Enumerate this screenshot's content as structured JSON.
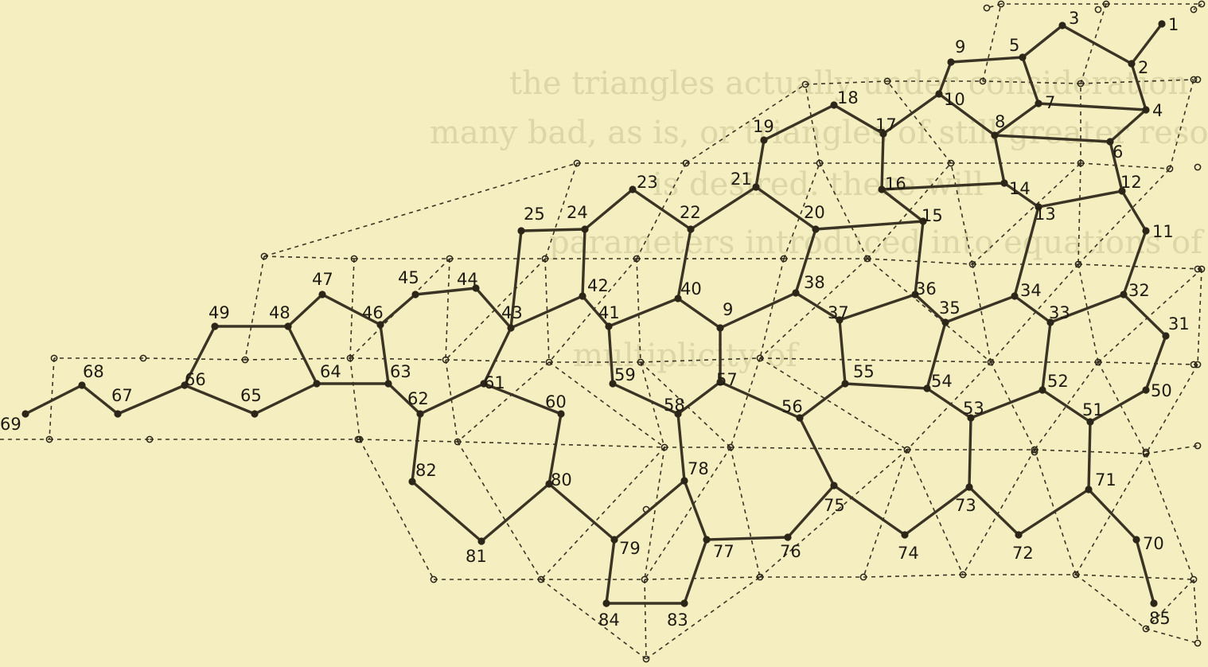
{
  "figure": {
    "caption": "",
    "background_text": [
      "the triangles actually under consideration",
      "many bad, as is, or triangles of still greater resoluteness",
      "is desired. there will",
      "parameters introduced into equations of",
      "multiplicity of"
    ]
  },
  "nodes": [
    {
      "id": "1",
      "label": "1"
    },
    {
      "id": "2",
      "label": "2"
    },
    {
      "id": "3",
      "label": "3"
    },
    {
      "id": "4",
      "label": "4"
    },
    {
      "id": "5",
      "label": "5"
    },
    {
      "id": "6",
      "label": "6"
    },
    {
      "id": "7",
      "label": "7"
    },
    {
      "id": "8",
      "label": "8"
    },
    {
      "id": "9",
      "label": "9"
    },
    {
      "id": "10",
      "label": "10"
    },
    {
      "id": "11",
      "label": "11"
    },
    {
      "id": "12",
      "label": "12"
    },
    {
      "id": "13",
      "label": "13"
    },
    {
      "id": "14",
      "label": "14"
    },
    {
      "id": "15",
      "label": "15"
    },
    {
      "id": "16",
      "label": "16"
    },
    {
      "id": "17",
      "label": "17"
    },
    {
      "id": "18",
      "label": "18"
    },
    {
      "id": "19",
      "label": "19"
    },
    {
      "id": "20",
      "label": "20"
    },
    {
      "id": "21",
      "label": "21"
    },
    {
      "id": "22",
      "label": "22"
    },
    {
      "id": "23",
      "label": "23"
    },
    {
      "id": "24",
      "label": "24"
    },
    {
      "id": "25",
      "label": "25"
    },
    {
      "id": "31",
      "label": "31"
    },
    {
      "id": "32",
      "label": "32"
    },
    {
      "id": "33",
      "label": "33"
    },
    {
      "id": "34",
      "label": "34"
    },
    {
      "id": "35",
      "label": "35"
    },
    {
      "id": "36",
      "label": "36"
    },
    {
      "id": "37",
      "label": "37"
    },
    {
      "id": "38",
      "label": "38"
    },
    {
      "id": "40",
      "label": "40"
    },
    {
      "id": "41",
      "label": "41"
    },
    {
      "id": "42",
      "label": "42"
    },
    {
      "id": "43",
      "label": "43"
    },
    {
      "id": "44",
      "label": "44"
    },
    {
      "id": "45",
      "label": "45"
    },
    {
      "id": "46",
      "label": "46"
    },
    {
      "id": "47",
      "label": "47"
    },
    {
      "id": "48",
      "label": "48"
    },
    {
      "id": "49",
      "label": "49"
    },
    {
      "id": "50",
      "label": "50"
    },
    {
      "id": "51",
      "label": "51"
    },
    {
      "id": "52",
      "label": "52"
    },
    {
      "id": "53",
      "label": "53"
    },
    {
      "id": "54",
      "label": "54"
    },
    {
      "id": "55",
      "label": "55"
    },
    {
      "id": "56",
      "label": "56"
    },
    {
      "id": "57",
      "label": "57"
    },
    {
      "id": "58",
      "label": "58"
    },
    {
      "id": "59",
      "label": "59"
    },
    {
      "id": "60",
      "label": "60"
    },
    {
      "id": "61",
      "label": "61"
    },
    {
      "id": "62",
      "label": "62"
    },
    {
      "id": "63",
      "label": "63"
    },
    {
      "id": "64",
      "label": "64"
    },
    {
      "id": "65",
      "label": "65"
    },
    {
      "id": "66",
      "label": "66"
    },
    {
      "id": "67",
      "label": "67"
    },
    {
      "id": "68",
      "label": "68"
    },
    {
      "id": "69",
      "label": "69"
    },
    {
      "id": "70",
      "label": "70"
    },
    {
      "id": "71",
      "label": "71"
    },
    {
      "id": "72",
      "label": "72"
    },
    {
      "id": "73",
      "label": "73"
    },
    {
      "id": "74",
      "label": "74"
    },
    {
      "id": "75",
      "label": "75"
    },
    {
      "id": "76",
      "label": "76"
    },
    {
      "id": "77",
      "label": "77"
    },
    {
      "id": "78",
      "label": "78"
    },
    {
      "id": "79",
      "label": "79"
    },
    {
      "id": "80",
      "label": "80"
    },
    {
      "id": "81",
      "label": "81"
    },
    {
      "id": "82",
      "label": "82"
    },
    {
      "id": "83",
      "label": "83"
    },
    {
      "id": "84",
      "label": "84"
    },
    {
      "id": "85",
      "label": "85"
    },
    {
      "id": "x9",
      "label": "9"
    }
  ],
  "edges_solid": [
    [
      "1",
      "2"
    ],
    [
      "2",
      "3"
    ],
    [
      "3",
      "5"
    ],
    [
      "5",
      "7"
    ],
    [
      "7",
      "4"
    ],
    [
      "4",
      "2"
    ],
    [
      "4",
      "6"
    ],
    [
      "6",
      "8"
    ],
    [
      "8",
      "7"
    ],
    [
      "5",
      "9"
    ],
    [
      "9",
      "10"
    ],
    [
      "10",
      "8"
    ],
    [
      "10",
      "17"
    ],
    [
      "17",
      "18"
    ],
    [
      "18",
      "19"
    ],
    [
      "19",
      "21"
    ],
    [
      "21",
      "20"
    ],
    [
      "20",
      "15"
    ],
    [
      "15",
      "16"
    ],
    [
      "16",
      "17"
    ],
    [
      "16",
      "14"
    ],
    [
      "14",
      "8"
    ],
    [
      "14",
      "13"
    ],
    [
      "13",
      "12"
    ],
    [
      "12",
      "6"
    ],
    [
      "12",
      "11"
    ],
    [
      "11",
      "32"
    ],
    [
      "32",
      "33"
    ],
    [
      "33",
      "34"
    ],
    [
      "34",
      "13"
    ],
    [
      "34",
      "35"
    ],
    [
      "35",
      "36"
    ],
    [
      "36",
      "15"
    ],
    [
      "36",
      "37"
    ],
    [
      "37",
      "38"
    ],
    [
      "38",
      "20"
    ],
    [
      "21",
      "22"
    ],
    [
      "22",
      "23"
    ],
    [
      "23",
      "24"
    ],
    [
      "24",
      "25"
    ],
    [
      "25",
      "43"
    ],
    [
      "24",
      "42"
    ],
    [
      "42",
      "41"
    ],
    [
      "41",
      "40"
    ],
    [
      "40",
      "22"
    ],
    [
      "40",
      "x9"
    ],
    [
      "x9",
      "38"
    ],
    [
      "x9",
      "57"
    ],
    [
      "57",
      "58"
    ],
    [
      "58",
      "59"
    ],
    [
      "59",
      "41"
    ],
    [
      "37",
      "55"
    ],
    [
      "55",
      "54"
    ],
    [
      "54",
      "35"
    ],
    [
      "54",
      "53"
    ],
    [
      "53",
      "52"
    ],
    [
      "52",
      "33"
    ],
    [
      "52",
      "51"
    ],
    [
      "51",
      "50"
    ],
    [
      "50",
      "31"
    ],
    [
      "31",
      "32"
    ],
    [
      "55",
      "56"
    ],
    [
      "56",
      "57"
    ],
    [
      "56",
      "75"
    ],
    [
      "75",
      "74"
    ],
    [
      "74",
      "73"
    ],
    [
      "73",
      "53"
    ],
    [
      "73",
      "72"
    ],
    [
      "72",
      "71"
    ],
    [
      "71",
      "51"
    ],
    [
      "71",
      "70"
    ],
    [
      "70",
      "85"
    ],
    [
      "75",
      "76"
    ],
    [
      "76",
      "77"
    ],
    [
      "77",
      "78"
    ],
    [
      "78",
      "58"
    ],
    [
      "78",
      "79"
    ],
    [
      "79",
      "80"
    ],
    [
      "80",
      "60"
    ],
    [
      "60",
      "61"
    ],
    [
      "61",
      "62"
    ],
    [
      "62",
      "82"
    ],
    [
      "82",
      "81"
    ],
    [
      "81",
      "80"
    ],
    [
      "61",
      "43"
    ],
    [
      "43",
      "42"
    ],
    [
      "62",
      "63"
    ],
    [
      "63",
      "46"
    ],
    [
      "46",
      "45"
    ],
    [
      "45",
      "44"
    ],
    [
      "44",
      "43"
    ],
    [
      "46",
      "47"
    ],
    [
      "47",
      "48"
    ],
    [
      "48",
      "64"
    ],
    [
      "64",
      "63"
    ],
    [
      "64",
      "65"
    ],
    [
      "65",
      "66"
    ],
    [
      "66",
      "49"
    ],
    [
      "49",
      "48"
    ],
    [
      "66",
      "67"
    ],
    [
      "67",
      "68"
    ],
    [
      "68",
      "69"
    ],
    [
      "79",
      "84"
    ],
    [
      "84",
      "83"
    ],
    [
      "83",
      "77"
    ]
  ],
  "edges_dashed": [
    [
      "d0",
      "d1"
    ],
    [
      "d1",
      "d2"
    ],
    [
      "d0",
      "d3"
    ],
    [
      "d3",
      "d4"
    ],
    [
      "d4",
      "d5"
    ],
    [
      "d5",
      "d6"
    ],
    [
      "d6",
      "d7"
    ],
    [
      "d7",
      "d8"
    ],
    [
      "d8",
      "d9"
    ],
    [
      "d9",
      "d10"
    ],
    [
      "d10",
      "d11"
    ],
    [
      "d11",
      "d12"
    ],
    [
      "d12",
      "d13"
    ],
    [
      "d13",
      "d14"
    ],
    [
      "d14",
      "d15"
    ],
    [
      "d15",
      "d16"
    ],
    [
      "d16",
      "d17"
    ],
    [
      "d17",
      "d18"
    ],
    [
      "d18",
      "d19"
    ],
    [
      "d19",
      "d20"
    ],
    [
      "d20",
      "d21"
    ],
    [
      "d21",
      "d2"
    ],
    [
      "d22",
      "d23"
    ],
    [
      "d23",
      "d24"
    ],
    [
      "d24",
      "d25"
    ],
    [
      "d25",
      "d26"
    ],
    [
      "d26",
      "d27"
    ],
    [
      "d27",
      "d28"
    ],
    [
      "d28",
      "d29"
    ],
    [
      "d29",
      "d30"
    ],
    [
      "d30",
      "d31"
    ],
    [
      "d31",
      "d32"
    ],
    [
      "d33",
      "d34"
    ],
    [
      "d34",
      "d35"
    ],
    [
      "d35",
      "d36"
    ],
    [
      "d36",
      "d37"
    ],
    [
      "d37",
      "d38"
    ],
    [
      "d38",
      "d39"
    ],
    [
      "d39",
      "d40"
    ],
    [
      "d40",
      "d41"
    ],
    [
      "d41",
      "d42"
    ],
    [
      "d43",
      "d44"
    ],
    [
      "d44",
      "d45"
    ],
    [
      "d45",
      "d46"
    ],
    [
      "d46",
      "d47"
    ],
    [
      "d47",
      "d48"
    ],
    [
      "d48",
      "d49"
    ],
    [
      "d49",
      "d50"
    ],
    [
      "d50",
      "d21"
    ],
    [
      "d51",
      "d52"
    ],
    [
      "d52",
      "d53"
    ],
    [
      "d53",
      "d54"
    ],
    [
      "d54",
      "d55"
    ],
    [
      "d55",
      "d56"
    ],
    [
      "d56",
      "d57"
    ],
    [
      "d57",
      "d58"
    ],
    [
      "d58",
      "d59"
    ],
    [
      "d59",
      "d60"
    ],
    [
      "d60",
      "d61"
    ],
    [
      "d61",
      "d62"
    ],
    [
      "d62",
      "d63"
    ],
    [
      "d63",
      "d64"
    ],
    [
      "d64",
      "d65"
    ],
    [
      "d65",
      "d66"
    ],
    [
      "d66",
      "d67"
    ],
    [
      "d67",
      "d68"
    ],
    [
      "d69",
      "d51"
    ],
    [
      "d70",
      "d71"
    ],
    [
      "d71",
      "d72"
    ],
    [
      "d72",
      "d73"
    ],
    [
      "d73",
      "d74"
    ],
    [
      "d74",
      "d75"
    ],
    [
      "d75",
      "d76"
    ],
    [
      "d76",
      "d77"
    ],
    [
      "d77",
      "d78"
    ],
    [
      "d78",
      "d79"
    ],
    [
      "d79",
      "d80"
    ],
    [
      "d80",
      "d81"
    ],
    [
      "d82",
      "d83"
    ],
    [
      "d83",
      "d84"
    ]
  ]
}
